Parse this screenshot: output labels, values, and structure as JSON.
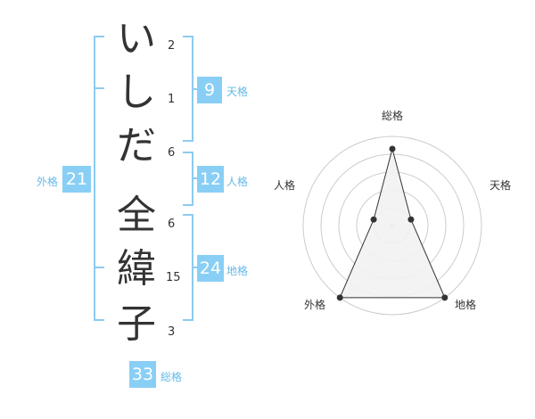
{
  "name_chars": [
    {
      "char": "い",
      "strokes": "2"
    },
    {
      "char": "し",
      "strokes": "1"
    },
    {
      "char": "だ",
      "strokes": "6"
    },
    {
      "char": "全",
      "strokes": "6"
    },
    {
      "char": "緯",
      "strokes": "15"
    },
    {
      "char": "子",
      "strokes": "3"
    }
  ],
  "fortunes": {
    "tenkaku": {
      "label": "天格",
      "value": "9"
    },
    "jinkaku": {
      "label": "人格",
      "value": "12"
    },
    "chikaku": {
      "label": "地格",
      "value": "24"
    },
    "gaikaku": {
      "label": "外格",
      "value": "21"
    },
    "soukaku": {
      "label": "総格",
      "value": "33"
    }
  },
  "radar": {
    "labels": {
      "top": "総格",
      "right_top": "天格",
      "left_top": "人格",
      "left_bottom": "外格",
      "right_bottom": "地格"
    },
    "max": 5,
    "levels": 5,
    "values": {
      "soukaku": 4.3,
      "tenkaku": 1.1,
      "jinkaku": 1.1,
      "gaikaku": 5.0,
      "chikaku": 5.0
    },
    "colors": {
      "fill": "#f2f2f2",
      "line": "#333333",
      "grid": "#cccccc"
    }
  }
}
